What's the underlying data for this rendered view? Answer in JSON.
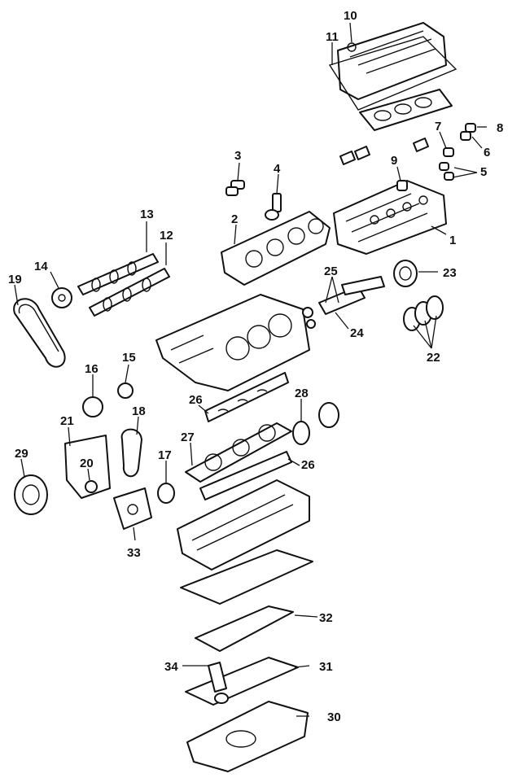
{
  "callouts": [
    {
      "id": "1",
      "label": "1"
    },
    {
      "id": "2",
      "label": "2"
    },
    {
      "id": "3",
      "label": "3"
    },
    {
      "id": "4",
      "label": "4"
    },
    {
      "id": "5",
      "label": "5"
    },
    {
      "id": "6",
      "label": "6"
    },
    {
      "id": "7",
      "label": "7"
    },
    {
      "id": "8",
      "label": "8"
    },
    {
      "id": "9",
      "label": "9"
    },
    {
      "id": "10",
      "label": "10"
    },
    {
      "id": "11",
      "label": "11"
    },
    {
      "id": "12",
      "label": "12"
    },
    {
      "id": "13",
      "label": "13"
    },
    {
      "id": "14",
      "label": "14"
    },
    {
      "id": "15",
      "label": "15"
    },
    {
      "id": "16",
      "label": "16"
    },
    {
      "id": "17",
      "label": "17"
    },
    {
      "id": "18",
      "label": "18"
    },
    {
      "id": "19",
      "label": "19"
    },
    {
      "id": "20",
      "label": "20"
    },
    {
      "id": "21",
      "label": "21"
    },
    {
      "id": "22",
      "label": "22"
    },
    {
      "id": "23",
      "label": "23"
    },
    {
      "id": "24",
      "label": "24"
    },
    {
      "id": "25",
      "label": "25"
    },
    {
      "id": "26a",
      "label": "26"
    },
    {
      "id": "26b",
      "label": "26"
    },
    {
      "id": "27",
      "label": "27"
    },
    {
      "id": "28",
      "label": "28"
    },
    {
      "id": "29",
      "label": "29"
    },
    {
      "id": "30",
      "label": "30"
    },
    {
      "id": "31",
      "label": "31"
    },
    {
      "id": "32",
      "label": "32"
    },
    {
      "id": "33",
      "label": "33"
    },
    {
      "id": "34",
      "label": "34"
    }
  ]
}
